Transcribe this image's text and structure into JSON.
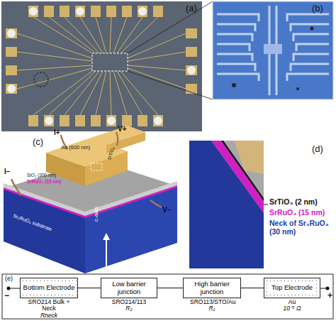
{
  "diagram": {
    "nodes": [
      {
        "text": [
          "Bottom Electrode",
          "SRO214 Bulk + Neck",
          "Rneck"
        ]
      },
      {
        "text": [
          "Low barrier junction",
          "SRO214/113",
          "R₂"
        ]
      },
      {
        "text": [
          "High barrier junction",
          "SRO113/STO/Au",
          "R₁"
        ]
      },
      {
        "text": [
          "Top Electrode",
          "Au",
          "10⁻⁵ Ω"
        ]
      }
    ],
    "edges": [
      {
        "from": 0,
        "to": 1,
        "arrow": "none"
      },
      {
        "from": 1,
        "to": 2,
        "arrow": "none"
      },
      {
        "from": 2,
        "to": 3,
        "arrow": "none"
      }
    ],
    "labels": [
      "(a)",
      "(b)",
      "(c)",
      "I+",
      "V+",
      "Au (600 nm)",
      "SiO₂ (300 nm)",
      "SrRuO₃ (15 nm)",
      "SrTiO₃",
      "I−",
      "Sr₂RuO₄ substrate",
      "c-axis",
      "V−",
      "(d)",
      "SrTiO₃ (2 nm)",
      "SrRuO₃ (15 nm)",
      "Neck of Sr₂RuO₄ (30 nm)",
      "(e)",
      "−",
      "+"
    ]
  }
}
